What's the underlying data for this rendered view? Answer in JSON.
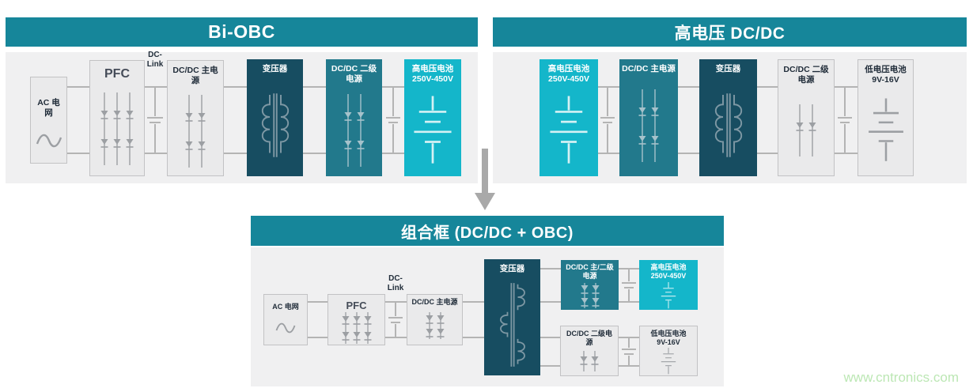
{
  "colors": {
    "header_teal": "#16869A",
    "block_navy": "#174D61",
    "block_teal": "#22798C",
    "block_cyan": "#14B6CA",
    "panel_bg": "#F0F0F1",
    "gray_box_bg": "#EAEAEB",
    "gray_box_border": "#C2C2C4",
    "wire_gray": "#B4B4B4",
    "arrow_gray": "#A9A9A9",
    "label_dark": "#1F2B38",
    "watermark_green": "#BCE7B4"
  },
  "panel_bi_obc": {
    "title": "Bi-OBC",
    "ac_grid": "AC 电网",
    "pfc": "PFC",
    "dc_link_line1": "DC-",
    "dc_link_line2": "Link",
    "dcdc_main": "DC/DC 主电源",
    "transformer": "变压器",
    "dcdc_secondary": "DC/DC 二级电源",
    "hv_battery_name": "高电压电池",
    "hv_battery_range": "250V-450V"
  },
  "panel_hv_dcdc": {
    "title": "高电压 DC/DC",
    "hv_battery_name": "高电压电池",
    "hv_battery_range": "250V-450V",
    "dcdc_main": "DC/DC 主电源",
    "transformer": "变压器",
    "dcdc_secondary": "DC/DC 二级电源",
    "lv_battery_name": "低电压电池",
    "lv_battery_range": "9V-16V"
  },
  "panel_combo": {
    "title": "组合框 (DC/DC + OBC)",
    "ac_grid": "AC 电网",
    "pfc": "PFC",
    "dc_link_line1": "DC-",
    "dc_link_line2": "Link",
    "dcdc_main": "DC/DC 主电源",
    "transformer": "变压器",
    "dcdc_main_secondary": "DC/DC 主/二级电源",
    "hv_battery_name": "高电压电池",
    "hv_battery_range": "250V-450V",
    "dcdc_secondary": "DC/DC 二级电源",
    "lv_battery_name": "低电压电池",
    "lv_battery_range": "9V-16V"
  },
  "watermark": "www.cntronics.com"
}
